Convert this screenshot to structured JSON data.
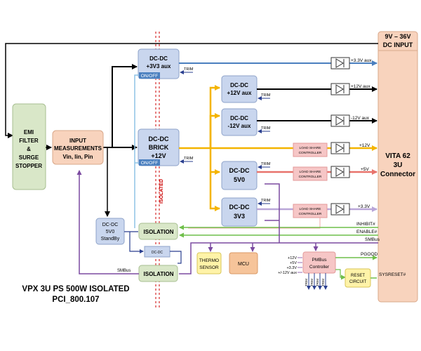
{
  "title": {
    "line1": "VPX 3U PS 500W ISOLATED",
    "line2": "PCI_800.107"
  },
  "blocks": {
    "emi": [
      "EMI",
      "FILTER",
      "&",
      "SURGE",
      "STOPPER"
    ],
    "input_meas": [
      "INPUT",
      "MEASUREMENTS",
      "Vin, Iin, Pin"
    ],
    "dcdc_3v3aux": [
      "DC-DC",
      "+3V3 aux"
    ],
    "onoff_a": "ON/OFF",
    "dcdc_brick": [
      "DC-DC",
      "BRICK",
      "+12V"
    ],
    "onoff_b": "ON/OFF",
    "dcdc_12aux": [
      "DC-DC",
      "+12V aux"
    ],
    "dcdc_m12aux": [
      "DC-DC",
      "-12V aux"
    ],
    "dcdc_5v0": [
      "DC-DC",
      "5V0"
    ],
    "dcdc_3v3": [
      "DC-DC",
      "3V3"
    ],
    "dcdc_standby": [
      "DC-DC",
      "5V0",
      "StandBy"
    ],
    "isolation_top": "ISOLATION",
    "isolation_bottom": "ISOLATION",
    "dcdc_small": "DC-DC",
    "thermo": [
      "THERMO",
      "SENSOR"
    ],
    "mcu": "MCU",
    "pmbus": [
      "PMBus",
      "Controller"
    ],
    "reset": [
      "RESET",
      "CIRCUIT"
    ],
    "connector": [
      "VITA 62",
      "3U",
      "Connector"
    ],
    "dc_input": [
      "9V – 36V",
      "DC INPUT"
    ],
    "load_share": [
      "LOAD SHARE",
      "CONTROLLER"
    ]
  },
  "labels": {
    "isolated": "ISOLATED",
    "trim": "TRIM",
    "smbus_left": "SMBus",
    "v3v3aux": "+3.3V aux",
    "v12aux": "+12V aux",
    "vm12aux": "-12V aux",
    "v12": "+12V",
    "v5": "+5V",
    "v3v3": "+3.3V",
    "inhibit": "INHIBIT#",
    "enable": "ENABLE#",
    "smbus_right": "SMBus",
    "pgood": "PGOOD",
    "sysreset": "SYSRESET#",
    "pm_in": [
      "+12V",
      "+5V",
      "+3.3V",
      "+/-12V aux"
    ]
  },
  "colors": {
    "peach": "#f8d3bd",
    "green_block": "#d9e7c8",
    "blue_block": "#c9d6ee",
    "yellow_block": "#fff3a8",
    "orange_block": "#f6c49a",
    "pink_block": "#f6c6c6",
    "rail_yellow": "#f4b400",
    "rail_red": "#e8736c",
    "rail_lilac": "#b9a6d8",
    "rail_blue": "#4a7fbf",
    "green_line": "#6fbf4a",
    "purple_line": "#7b4aa0",
    "isolation_red": "#cc0000"
  }
}
